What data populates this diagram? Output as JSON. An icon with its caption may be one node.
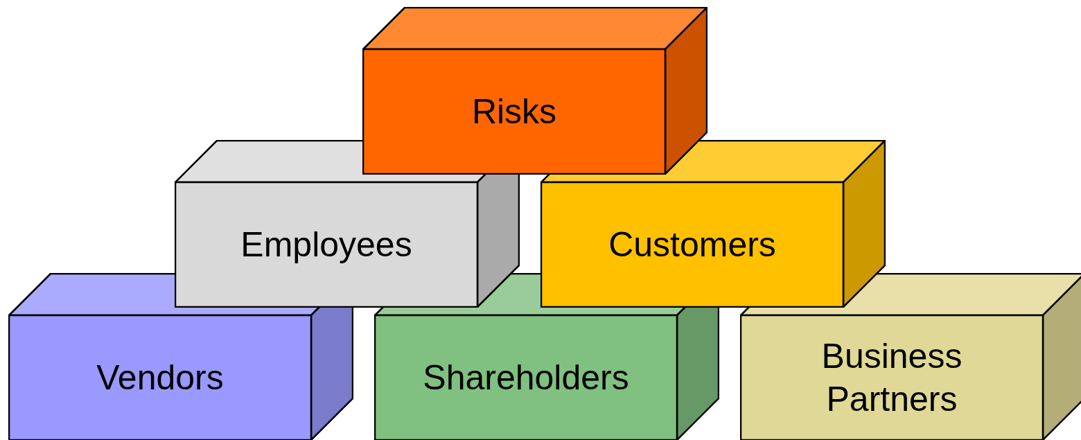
{
  "diagram": {
    "nodes": [
      {
        "text": [
          "Risks"
        ]
      },
      {
        "text": [
          "Employees"
        ]
      },
      {
        "text": [
          "Customers"
        ]
      },
      {
        "text": [
          "Vendors"
        ]
      },
      {
        "text": [
          "Shareholders"
        ]
      },
      {
        "text": [
          "Business Partners"
        ]
      }
    ]
  }
}
